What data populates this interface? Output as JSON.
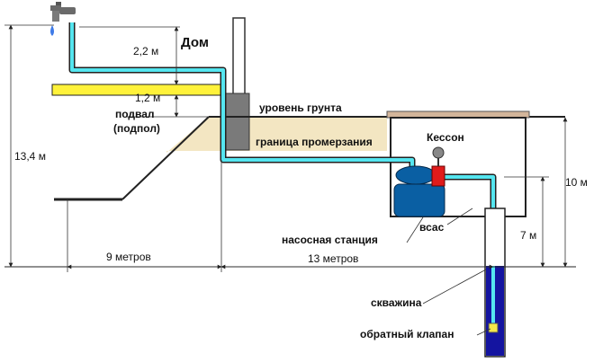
{
  "labels": {
    "house": "Дом",
    "caisson": "Кессон",
    "ground_level": "уровень грунта",
    "freezing_boundary": "граница промерзания",
    "basement": "подвал",
    "subfloor": "(подпол)",
    "pump_station": "насосная станция",
    "suction": "всас",
    "borehole": "скважина",
    "check_valve": "обратный клапан"
  },
  "dimensions": {
    "tap_height": "2,2 м",
    "basement_depth": "1,2 м",
    "total_height": "13,4 м",
    "caisson_depth": "10 м",
    "well_depth": "7 м",
    "distance_house": "9 метров",
    "distance_caisson": "13 метров"
  },
  "colors": {
    "pipe": "#55e6f0",
    "freeze_zone": "#f3e6c2",
    "yellow_layer": "#fff23a",
    "pump_body": "#0a5fa3",
    "pump_red": "#e01b1b",
    "wall": "#7a7a7a",
    "borehole_fill": "#1414a0",
    "ground_cap": "#d3b59a"
  },
  "icons": [
    "faucet-icon",
    "water-drop-icon",
    "pressure-gauge-icon",
    "check-valve-icon"
  ]
}
